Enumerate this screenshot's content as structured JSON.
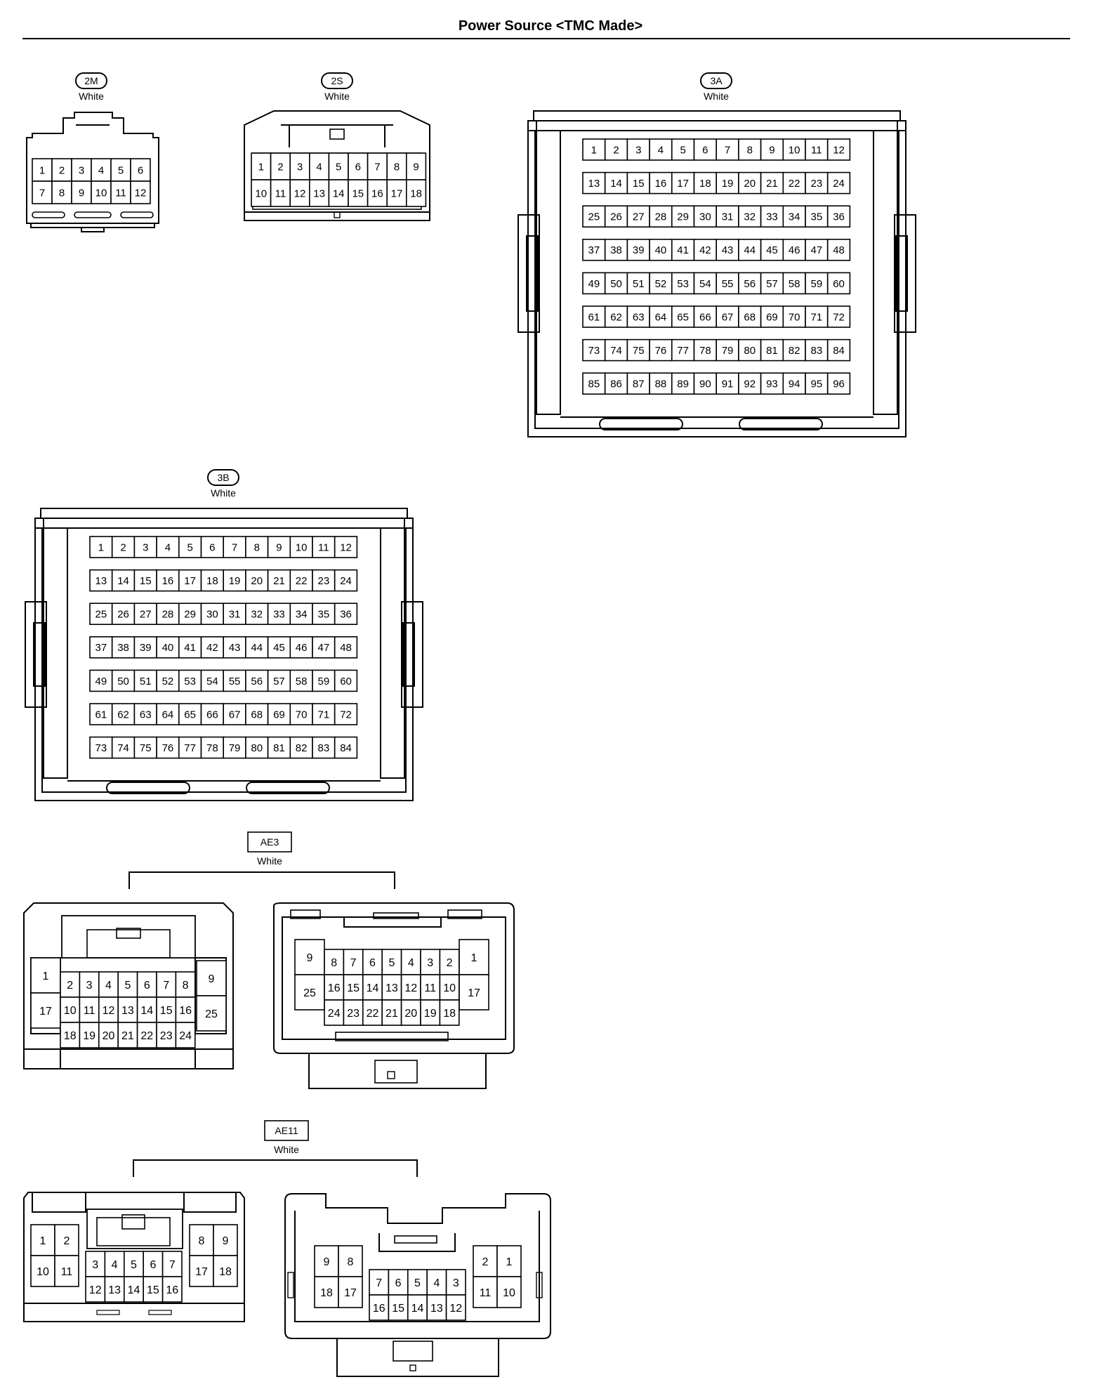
{
  "page": {
    "title": "Power Source <TMC Made>"
  },
  "connectors": [
    {
      "id": "2M",
      "color": "White",
      "label_style": "oval",
      "pin_rows": [
        [
          "1",
          "2",
          "3",
          "4",
          "5",
          "6"
        ],
        [
          "7",
          "8",
          "9",
          "10",
          "11",
          "12"
        ]
      ]
    },
    {
      "id": "2S",
      "color": "White",
      "label_style": "oval",
      "pin_rows": [
        [
          "1",
          "2",
          "3",
          "4",
          "5",
          "6",
          "7",
          "8",
          "9"
        ],
        [
          "10",
          "11",
          "12",
          "13",
          "14",
          "15",
          "16",
          "17",
          "18"
        ]
      ]
    },
    {
      "id": "3A",
      "color": "White",
      "label_style": "oval",
      "pin_count": 96,
      "pins_per_row": 12
    },
    {
      "id": "3B",
      "color": "White",
      "label_style": "oval",
      "pin_count": 84,
      "pins_per_row": 12
    },
    {
      "id": "AE3",
      "color": "White",
      "label_style": "box",
      "halves": [
        {
          "side": "left",
          "left_column": [
            "1",
            "17"
          ],
          "center_rows": [
            [
              "2",
              "3",
              "4",
              "5",
              "6",
              "7",
              "8"
            ],
            [
              "10",
              "11",
              "12",
              "13",
              "14",
              "15",
              "16"
            ],
            [
              "18",
              "19",
              "20",
              "21",
              "22",
              "23",
              "24"
            ]
          ],
          "right_column": [
            "9",
            "25"
          ]
        },
        {
          "side": "right",
          "left_column": [
            "9",
            "25"
          ],
          "center_rows": [
            [
              "8",
              "7",
              "6",
              "5",
              "4",
              "3",
              "2"
            ],
            [
              "16",
              "15",
              "14",
              "13",
              "12",
              "11",
              "10"
            ],
            [
              "24",
              "23",
              "22",
              "21",
              "20",
              "19",
              "18"
            ]
          ],
          "right_column": [
            "1",
            "17"
          ]
        }
      ]
    },
    {
      "id": "AE11",
      "color": "White",
      "label_style": "box",
      "halves": [
        {
          "side": "left",
          "left_block": [
            [
              "1",
              "2"
            ],
            [
              "10",
              "11"
            ]
          ],
          "center_rows": [
            [
              "3",
              "4",
              "5",
              "6",
              "7"
            ],
            [
              "12",
              "13",
              "14",
              "15",
              "16"
            ]
          ],
          "right_block": [
            [
              "8",
              "9"
            ],
            [
              "17",
              "18"
            ]
          ]
        },
        {
          "side": "right",
          "left_block": [
            [
              "9",
              "8"
            ],
            [
              "18",
              "17"
            ]
          ],
          "center_rows": [
            [
              "7",
              "6",
              "5",
              "4",
              "3"
            ],
            [
              "16",
              "15",
              "14",
              "13",
              "12"
            ]
          ],
          "right_block": [
            [
              "2",
              "1"
            ],
            [
              "11",
              "10"
            ]
          ]
        }
      ]
    }
  ]
}
